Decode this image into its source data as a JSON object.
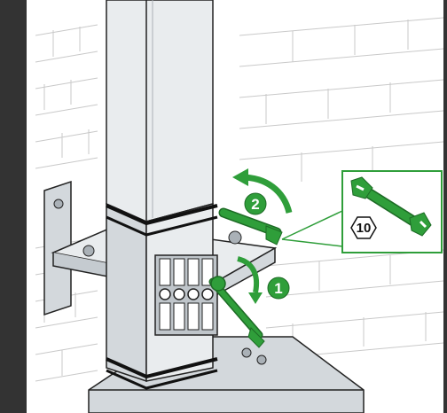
{
  "diagram": {
    "steps": [
      {
        "number": "1"
      },
      {
        "number": "2"
      }
    ],
    "wrench_callout": {
      "size": "10"
    },
    "colors": {
      "accent_green": "#2f9e3a",
      "accent_green_dark": "#1d6b25",
      "line": "#222222",
      "metal_light": "#e9ecee",
      "metal_mid": "#d3d8dc",
      "metal_dark": "#aab1b7",
      "wall_line": "#c9c9c9",
      "page_frame": "#333333"
    }
  }
}
